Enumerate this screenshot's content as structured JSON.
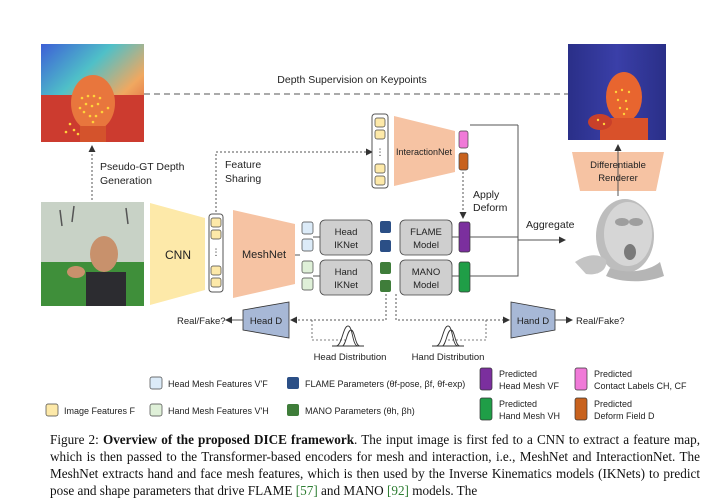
{
  "diagram": {
    "depth_supervision": "Depth Supervision on Keypoints",
    "pseudo_gt_line1": "Pseudo-GT Depth",
    "pseudo_gt_line2": "Generation",
    "feature_sharing_line1": "Feature",
    "feature_sharing_line2": "Sharing",
    "cnn": "CNN",
    "meshnet": "MeshNet",
    "interactionnet": "InteractionNet",
    "head_iknet_line1": "Head",
    "head_iknet_line2": "IKNet",
    "hand_iknet_line1": "Hand",
    "hand_iknet_line2": "IKNet",
    "flame_model_line1": "FLAME",
    "flame_model_line2": "Model",
    "mano_model_line1": "MANO",
    "mano_model_line2": "Model",
    "apply_deform_line1": "Apply",
    "apply_deform_line2": "Deform",
    "aggregate": "Aggregate",
    "differentiable_renderer_line1": "Differentiable",
    "differentiable_renderer_line2": "Renderer",
    "head_d": "Head D",
    "hand_d": "Hand D",
    "real_fake_left": "Real/Fake?",
    "real_fake_right": "Real/Fake?",
    "head_distribution": "Head Distribution",
    "hand_distribution": "Hand Distribution"
  },
  "legend": {
    "head_mesh_features": "Head Mesh Features V'F",
    "image_features": "Image Features F",
    "hand_mesh_features": "Hand Mesh Features V'H",
    "flame_parameters": "FLAME Parameters (θf-pose, βf, θf-exp)",
    "mano_parameters": "MANO Parameters (θh, βh)",
    "predicted_head_mesh_line1": "Predicted",
    "predicted_head_mesh_line2": "Head Mesh VF",
    "predicted_hand_mesh_line1": "Predicted",
    "predicted_hand_mesh_line2": "Hand Mesh VH",
    "predicted_contact_line1": "Predicted",
    "predicted_contact_line2": "Contact Labels CH, CF",
    "predicted_deform_line1": "Predicted",
    "predicted_deform_line2": "Deform Field D"
  },
  "caption": {
    "label": "Figure 2:",
    "title": "Overview of the proposed DICE framework",
    "text_1": ". The input image is first fed to a CNN to extract a feature map, which is then passed to the Transformer-based encoders for mesh and interaction, i.e., MeshNet and InteractionNet. The MeshNet extracts hand and face mesh features, which is then used by the Inverse Kinematics models (IKNets) to predict pose and shape parameters that drive FLAME ",
    "ref_1": "[57]",
    "text_2": " and MANO ",
    "ref_2": "[92]",
    "text_3": " models. The"
  },
  "colors": {
    "cnn_yellow": "#fde9a9",
    "meshnet_salmon": "#f6c3a3",
    "head_feature_blue": "#dcebf8",
    "image_feature_yellow": "#fde9a9",
    "hand_feature_green": "#dff0d8",
    "flame_param_navy": "#2b4f86",
    "mano_param_green": "#3f7d3a",
    "head_mesh_purple": "#7b2f9e",
    "hand_mesh_green": "#1f9e47",
    "contact_pink": "#f07ad8",
    "deform_orange": "#c8621e",
    "discriminator_blue": "#a7b8d6",
    "iknet_gray": "#cfcfcf",
    "ref_green": "#2e7d32"
  }
}
